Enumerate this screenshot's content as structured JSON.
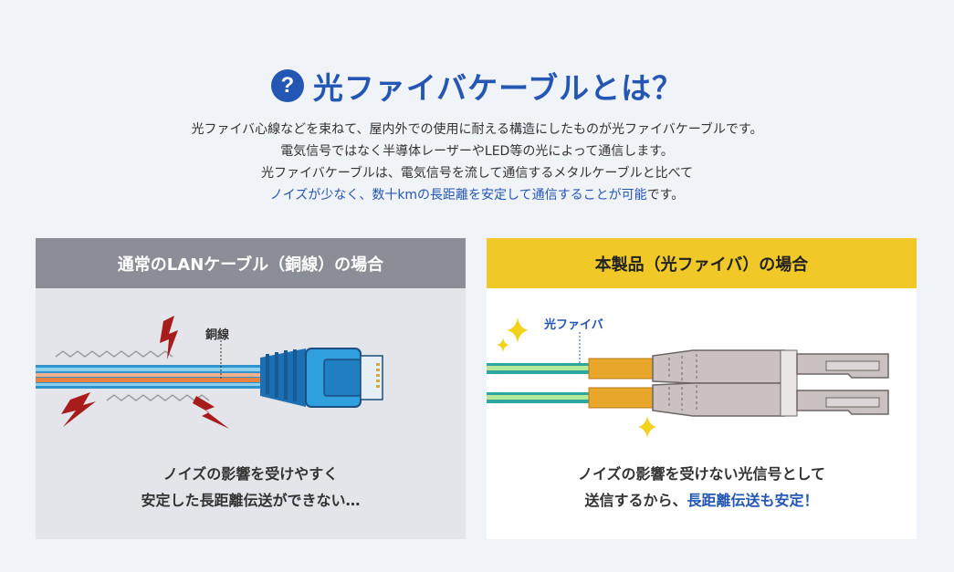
{
  "header": {
    "icon": "question-circle-icon",
    "title": "光ファイバケーブルとは？",
    "lines": [
      "光ファイバ心線などを束ねて、屋内外での使用に耐える構造にしたものが光ファイバケーブルです。",
      "電気信号ではなく半導体レーザーやLED等の光によって通信します。",
      "光ファイバケーブルは、電気信号を流して通信するメタルケーブルと比べて"
    ],
    "last_line_highlight": "ノイズが少なく、数十kmの長距離を安定して通信することが可能",
    "last_line_suffix": "です。"
  },
  "left_panel": {
    "heading": "通常のLANケーブル（銅線）の場合",
    "cable_label": "銅線",
    "caption_line1": "ノイズの影響を受けやすく",
    "caption_line2": "安定した長距離伝送ができない…"
  },
  "right_panel": {
    "heading": "本製品（光ファイバ）の場合",
    "cable_label": "光ファイバ",
    "caption_line1": "ノイズの影響を受けない光信号として",
    "caption_line2_prefix": "送信するから、",
    "caption_line2_highlight": "長距離伝送も安定！"
  },
  "colors": {
    "accent_blue": "#2456b4",
    "left_header": "#8b8e96",
    "right_header": "#f0c928",
    "lightning": "#a81c1c",
    "sparkle": "#f3d21c",
    "fiber_green": "#7ccd8a",
    "fiber_orange": "#e8a62b"
  }
}
